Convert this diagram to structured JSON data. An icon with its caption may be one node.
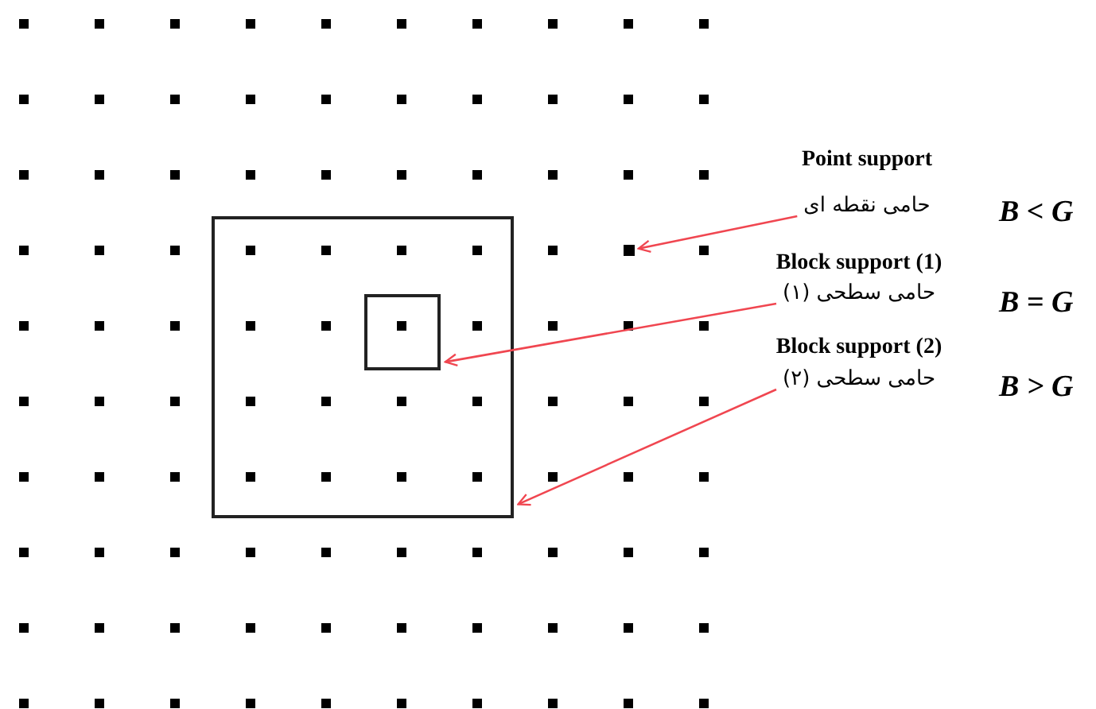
{
  "diagram": {
    "nodes": [
      {
        "text": [
          "Point support",
          "حامی نقطه ای"
        ],
        "beside": [
          "B < G"
        ]
      },
      {
        "text": [],
        "shape": "box"
      },
      {
        "text": [],
        "shape": "box"
      },
      {
        "text": [],
        "shape": "box",
        "in": 2
      },
      {
        "text": [
          "Block support (1)",
          "حامی سطحی (۱)"
        ],
        "beside": [
          "B = G"
        ]
      },
      {
        "text": [
          "Block support (2)",
          "حامی سطحی (۲)"
        ],
        "beside": [
          "B > G"
        ]
      }
    ],
    "edges": [
      {
        "from": 0,
        "to": 1,
        "arrow": "to"
      },
      {
        "from": 4,
        "to": 3,
        "arrow": "to"
      },
      {
        "from": 5,
        "to": 2,
        "arrow": "to"
      }
    ]
  }
}
